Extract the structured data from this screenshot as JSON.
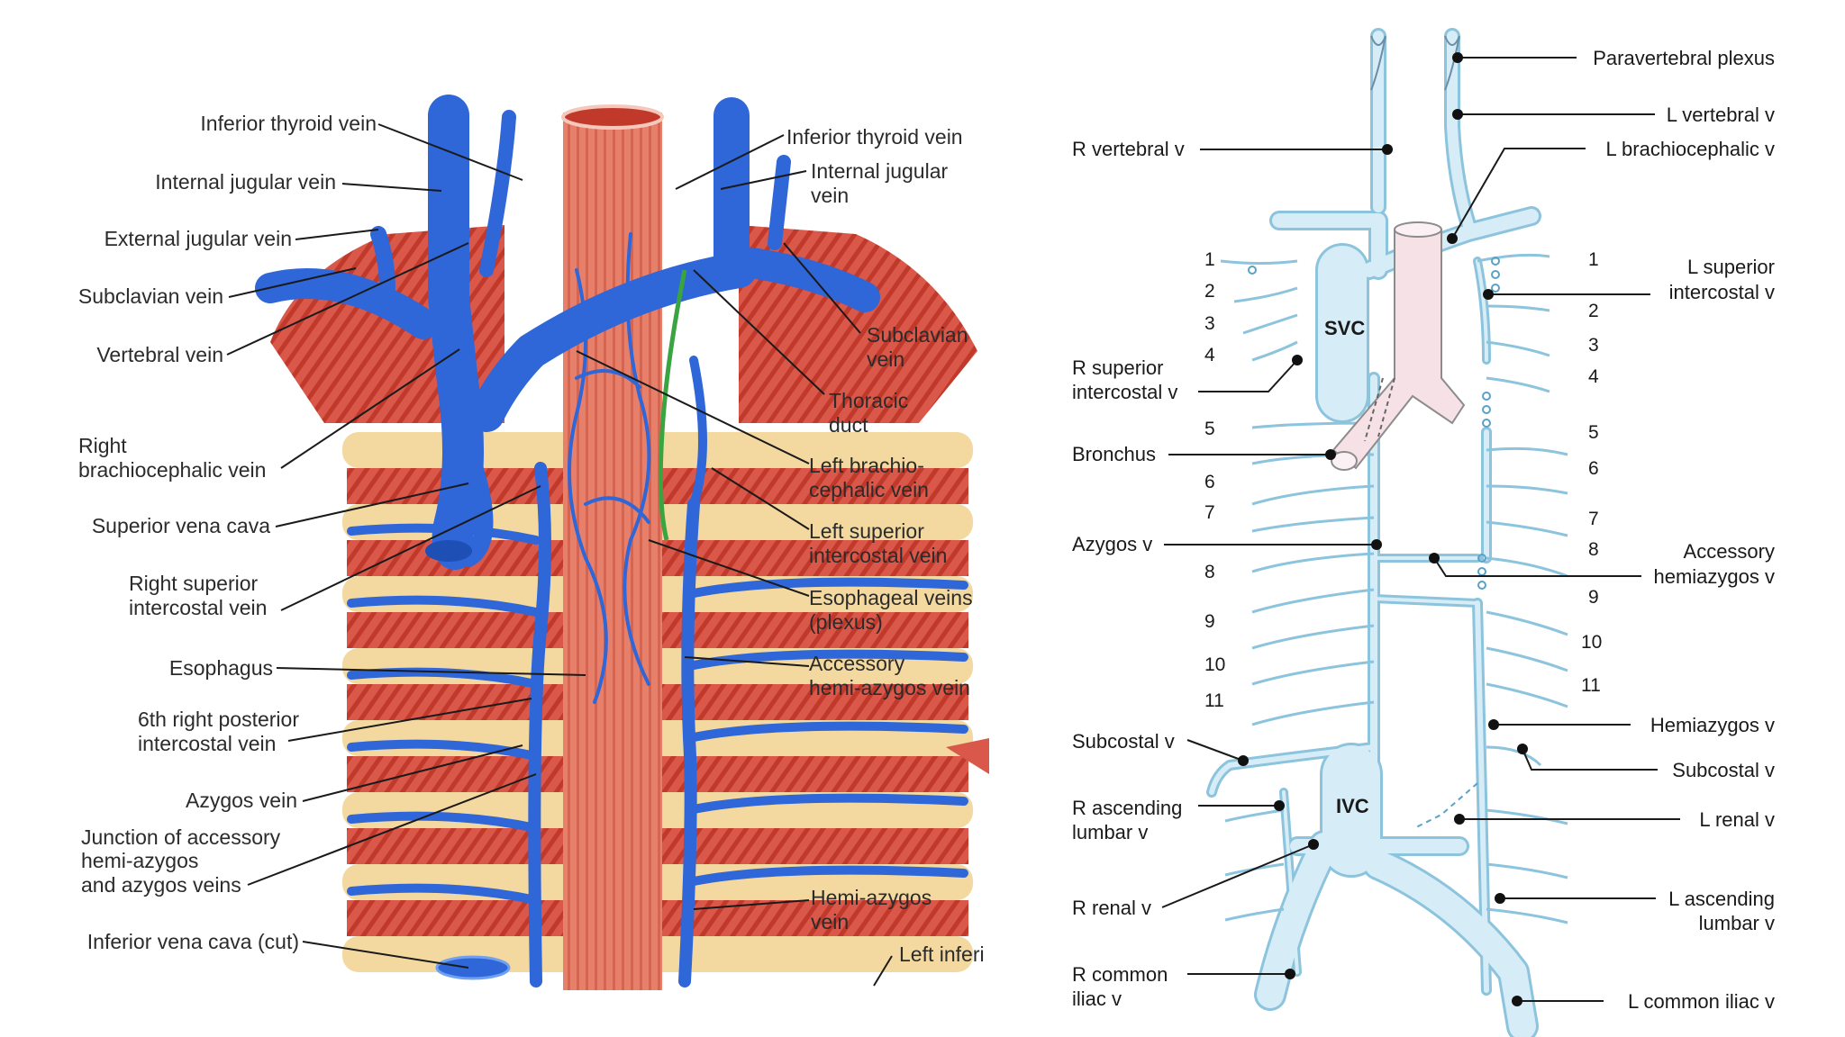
{
  "left_panel": {
    "labels_left": [
      "Inferior thyroid vein",
      "Internal jugular vein",
      "External jugular vein",
      "Subclavian vein",
      "Vertebral vein",
      "Right",
      "brachiocephalic vein",
      "Superior vena cava",
      "Right superior",
      "intercostal vein",
      "Esophagus",
      "6th right posterior",
      "intercostal vein",
      "Azygos vein",
      "Junction of accessory",
      "hemi-azygos",
      "and azygos veins",
      "Inferior vena cava (cut)"
    ],
    "labels_right": [
      "Inferior thyroid vein",
      "Internal jugular",
      "vein",
      "Subclavian",
      "vein",
      "Thoracic",
      "duct",
      "Left brachio-",
      "cephalic vein",
      "Left superior",
      "intercostal vein",
      "Esophageal veins",
      "(plexus)",
      "Accessory",
      "hemi-azygos vein",
      "Hemi-azygos",
      "vein",
      "Left inferi"
    ]
  },
  "right_panel": {
    "labels_left": [
      "R vertebral v",
      "R superior",
      "intercostal v",
      "Bronchus",
      "Azygos v",
      "Subcostal v",
      "R ascending",
      "lumbar v",
      "R renal v",
      "R common",
      "iliac v"
    ],
    "labels_right": [
      "Paravertebral plexus",
      "L vertebral v",
      "L brachiocephalic v",
      "L superior",
      "intercostal v",
      "Accessory",
      "hemiazygos v",
      "Hemiazygos v",
      "Subcostal v",
      "L renal v",
      "L ascending",
      "lumbar v",
      "L common iliac v"
    ],
    "svc_label": "SVC",
    "ivc_label": "IVC",
    "left_numbers": [
      "1",
      "2",
      "3",
      "4",
      "5",
      "6",
      "7",
      "8",
      "9",
      "10",
      "11"
    ],
    "right_numbers": [
      "1",
      "2",
      "3",
      "4",
      "5",
      "6",
      "7",
      "8",
      "9",
      "10",
      "11"
    ]
  }
}
